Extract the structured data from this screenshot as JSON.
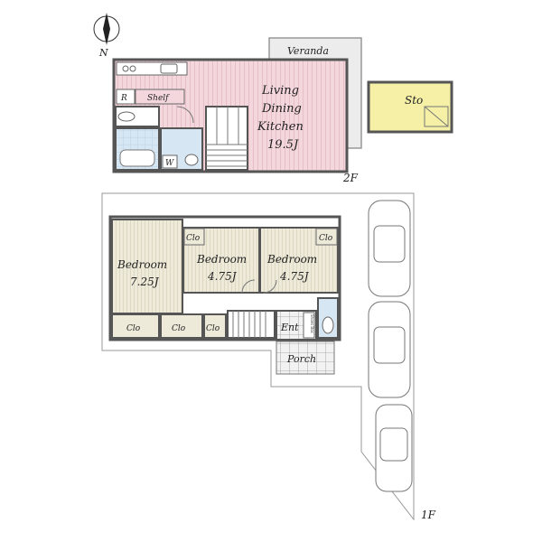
{
  "compass": {
    "label": "N"
  },
  "floor2": {
    "label": "2F",
    "veranda": "Veranda",
    "storage": "Sto",
    "ldk_line1": "Living",
    "ldk_line2": "Dining",
    "ldk_line3": "Kitchen",
    "ldk_size": "19.5J",
    "refrigerator": "R",
    "shelf": "Shelf",
    "washer": "W"
  },
  "floor1": {
    "label": "1F",
    "bedroom_left": "Bedroom",
    "bedroom_left_size": "7.25J",
    "bedroom_mid": "Bedroom",
    "bedroom_mid_size": "4.75J",
    "bedroom_right": "Bedroom",
    "bedroom_right_size": "4.75J",
    "closet_mid": "Clo",
    "closet_right": "Clo",
    "closet_bottom_1": "Clo",
    "closet_bottom_2": "Clo",
    "closet_bottom_3": "Clo",
    "entrance": "Ent",
    "shoe_box": "Shoes Box",
    "porch": "Porch"
  },
  "colors": {
    "ldk_floor": "#f3d3d8",
    "bedroom_floor": "#ece8d8",
    "bath": "#d2e4f2",
    "storage": "#f5f0a6",
    "veranda": "#ececec"
  }
}
